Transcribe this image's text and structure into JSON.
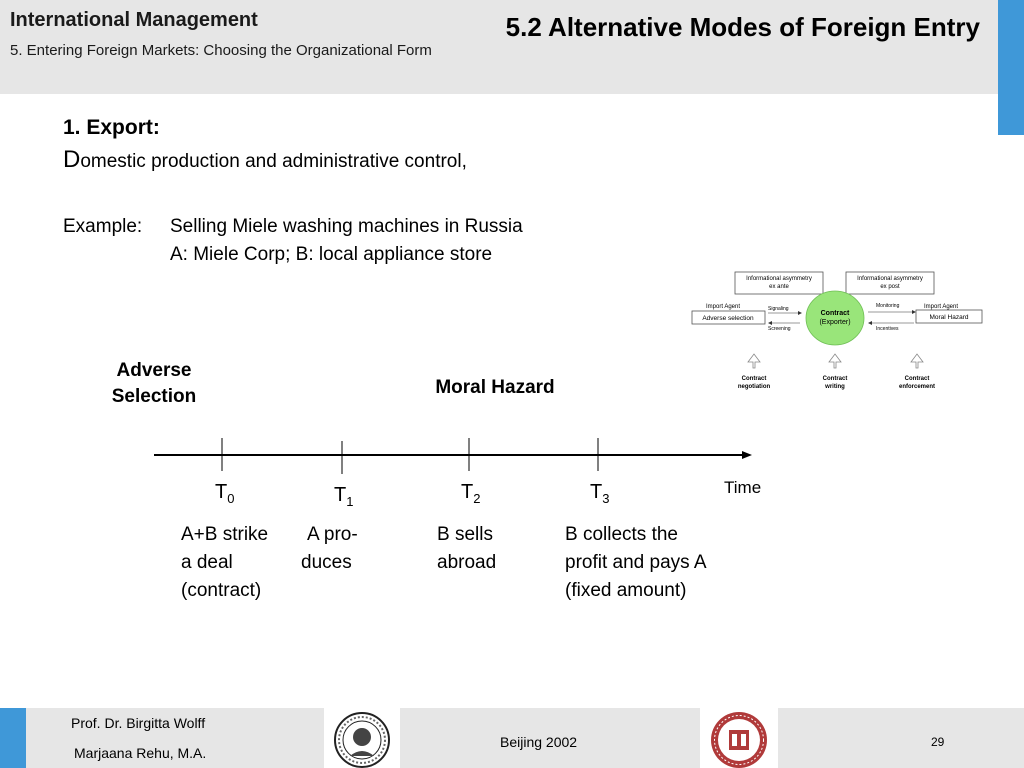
{
  "header": {
    "course_title": "International Management",
    "course_subtitle": "5. Entering Foreign Markets: Choosing the Organizational Form",
    "slide_title": "5.2 Alternative Modes of Foreign Entry"
  },
  "body": {
    "export_heading": "1. Export:",
    "export_desc_initial": "D",
    "export_desc_rest": "omestic production and administrative control,",
    "example_label": "Example:",
    "example_line1": "Selling Miele washing machines in Russia",
    "example_line2": "A: Miele Corp; B: local appliance store"
  },
  "diagram": {
    "asym_ante": [
      "Informational asymmetry",
      "ex ante"
    ],
    "asym_post": [
      "Informational asymmetry",
      "ex post"
    ],
    "import_agent_left": "Import Agent",
    "adverse_selection": "Adverse selection",
    "signaling": "Signaling",
    "screening": "Screening",
    "contract": [
      "Contract",
      "(Exporter)"
    ],
    "monitoring": "Monitoring",
    "incentives": "Incentives",
    "import_agent_right": "Import Agent",
    "moral_hazard": "Moral Hazard",
    "contract_negotiation": [
      "Contract",
      "negotiation"
    ],
    "contract_writing": [
      "Contract",
      "writing"
    ],
    "contract_enforcement": [
      "Contract",
      "enforcement"
    ]
  },
  "timeline": {
    "adverse_line1": "Adverse",
    "adverse_line2": "Selection",
    "moral_hazard": "Moral Hazard",
    "time_label": "Time",
    "points": [
      {
        "label": "T",
        "sub": "0",
        "desc": [
          "A+B strike",
          "a deal",
          "(contract)"
        ]
      },
      {
        "label": "T",
        "sub": "1",
        "desc": [
          "A pro-",
          "duces"
        ]
      },
      {
        "label": "T",
        "sub": "2",
        "desc": [
          "B sells",
          "abroad"
        ]
      },
      {
        "label": "T",
        "sub": "3",
        "desc": [
          "B collects the",
          "profit and pays A",
          "(fixed amount)"
        ]
      }
    ]
  },
  "footer": {
    "prof": "Prof. Dr. Birgitta Wolff",
    "co_author": "Marjaana Rehu, M.A.",
    "location": "Beijing 2002",
    "page": "29",
    "left_seal_icon": "university-seal-icon",
    "right_seal_icon": "beijing-normal-university-seal-icon"
  },
  "colors": {
    "accent": "#3f98d8",
    "header_bg": "#e6e6e6",
    "contract_circle": "#99e57a"
  }
}
